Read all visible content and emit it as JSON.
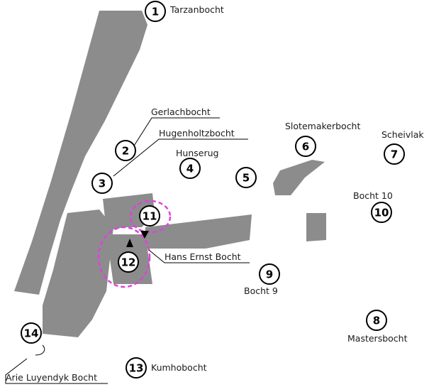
{
  "corners": [
    {
      "number": "1",
      "name": "Tarzanbocht"
    },
    {
      "number": "2",
      "name": "Gerlachbocht"
    },
    {
      "number": "3",
      "name": "Hugenholtzbocht"
    },
    {
      "number": "4",
      "name": "Hunserug"
    },
    {
      "number": "5",
      "name": ""
    },
    {
      "number": "6",
      "name": "Slotemakerbocht"
    },
    {
      "number": "7",
      "name": "Scheivlak"
    },
    {
      "number": "8",
      "name": "Mastersbocht"
    },
    {
      "number": "9",
      "name": "Bocht 9"
    },
    {
      "number": "10",
      "name": "Bocht 10"
    },
    {
      "number": "11",
      "name": ""
    },
    {
      "number": "12",
      "name": "Hans Ernst Bocht"
    },
    {
      "number": "13",
      "name": "Kumhobocht"
    },
    {
      "number": "14",
      "name": "Arie Luyendyk Bocht"
    }
  ],
  "colors": {
    "sector1": "#cc0000",
    "sector2": "#1a237e",
    "sector3": "#e6d600",
    "highlight": "#e040e0",
    "runoff": "#8c8c8c",
    "track": "#000000",
    "background": "#ffffff"
  }
}
